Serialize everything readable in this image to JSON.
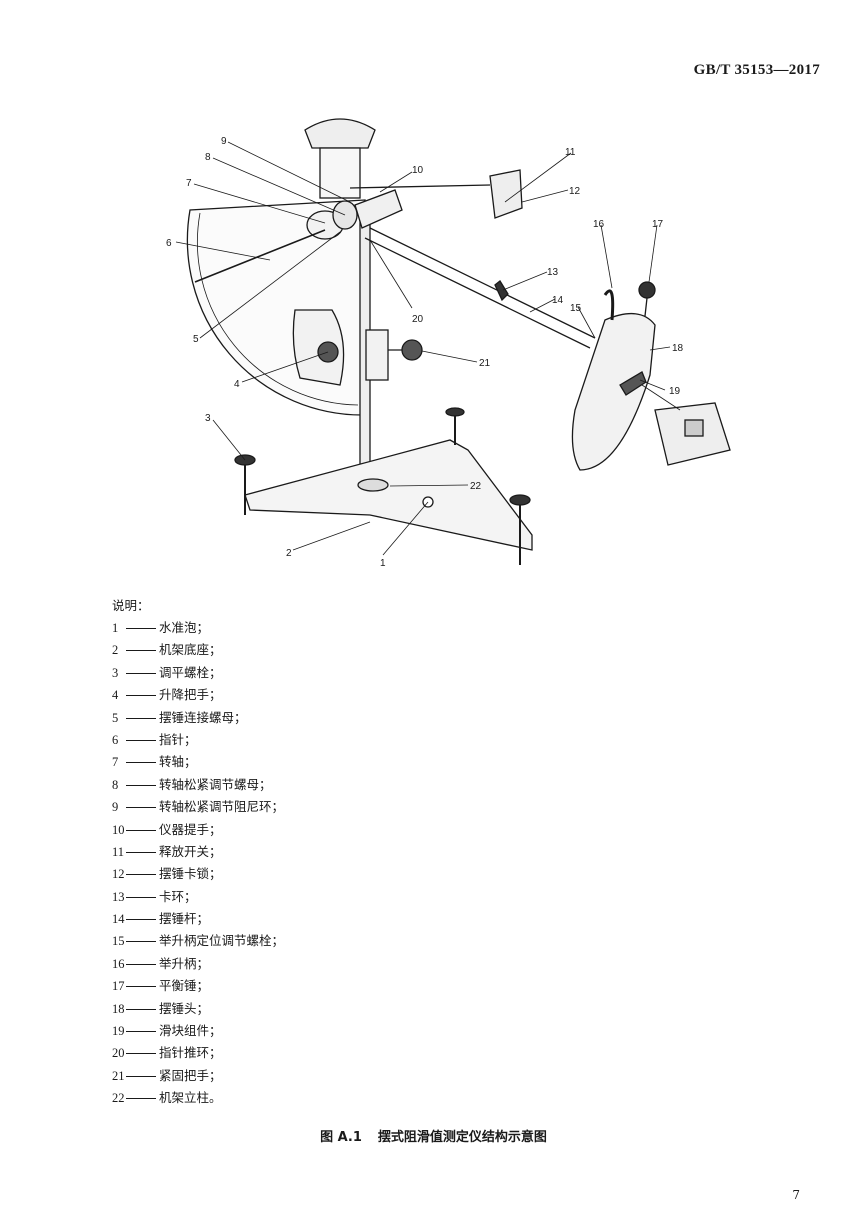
{
  "header": {
    "standard_code": "GB/T 35153—2017"
  },
  "figure": {
    "callouts": [
      "1",
      "2",
      "3",
      "4",
      "5",
      "6",
      "7",
      "8",
      "9",
      "10",
      "11",
      "12",
      "13",
      "14",
      "15",
      "16",
      "17",
      "18",
      "19",
      "20",
      "21",
      "22"
    ]
  },
  "legend": {
    "title": "说明：",
    "items": [
      {
        "num": "1",
        "text": "水准泡；"
      },
      {
        "num": "2",
        "text": "机架底座；"
      },
      {
        "num": "3",
        "text": "调平螺栓；"
      },
      {
        "num": "4",
        "text": "升降把手；"
      },
      {
        "num": "5",
        "text": "摆锤连接螺母；"
      },
      {
        "num": "6",
        "text": "指针；"
      },
      {
        "num": "7",
        "text": "转轴；"
      },
      {
        "num": "8",
        "text": "转轴松紧调节螺母；"
      },
      {
        "num": "9",
        "text": "转轴松紧调节阻尼环；"
      },
      {
        "num": "10",
        "text": "仪器提手；"
      },
      {
        "num": "11",
        "text": "释放开关；"
      },
      {
        "num": "12",
        "text": "摆锤卡锁；"
      },
      {
        "num": "13",
        "text": "卡环；"
      },
      {
        "num": "14",
        "text": "摆锤杆；"
      },
      {
        "num": "15",
        "text": "举升柄定位调节螺栓；"
      },
      {
        "num": "16",
        "text": "举升柄；"
      },
      {
        "num": "17",
        "text": "平衡锤；"
      },
      {
        "num": "18",
        "text": "摆锤头；"
      },
      {
        "num": "19",
        "text": "滑块组件；"
      },
      {
        "num": "20",
        "text": "指针推环；"
      },
      {
        "num": "21",
        "text": "紧固把手；"
      },
      {
        "num": "22",
        "text": "机架立柱。"
      }
    ]
  },
  "caption": {
    "figure_number": "图 A.1",
    "title": "摆式阻滑值测定仪结构示意图"
  },
  "footer": {
    "page_number": "7"
  }
}
